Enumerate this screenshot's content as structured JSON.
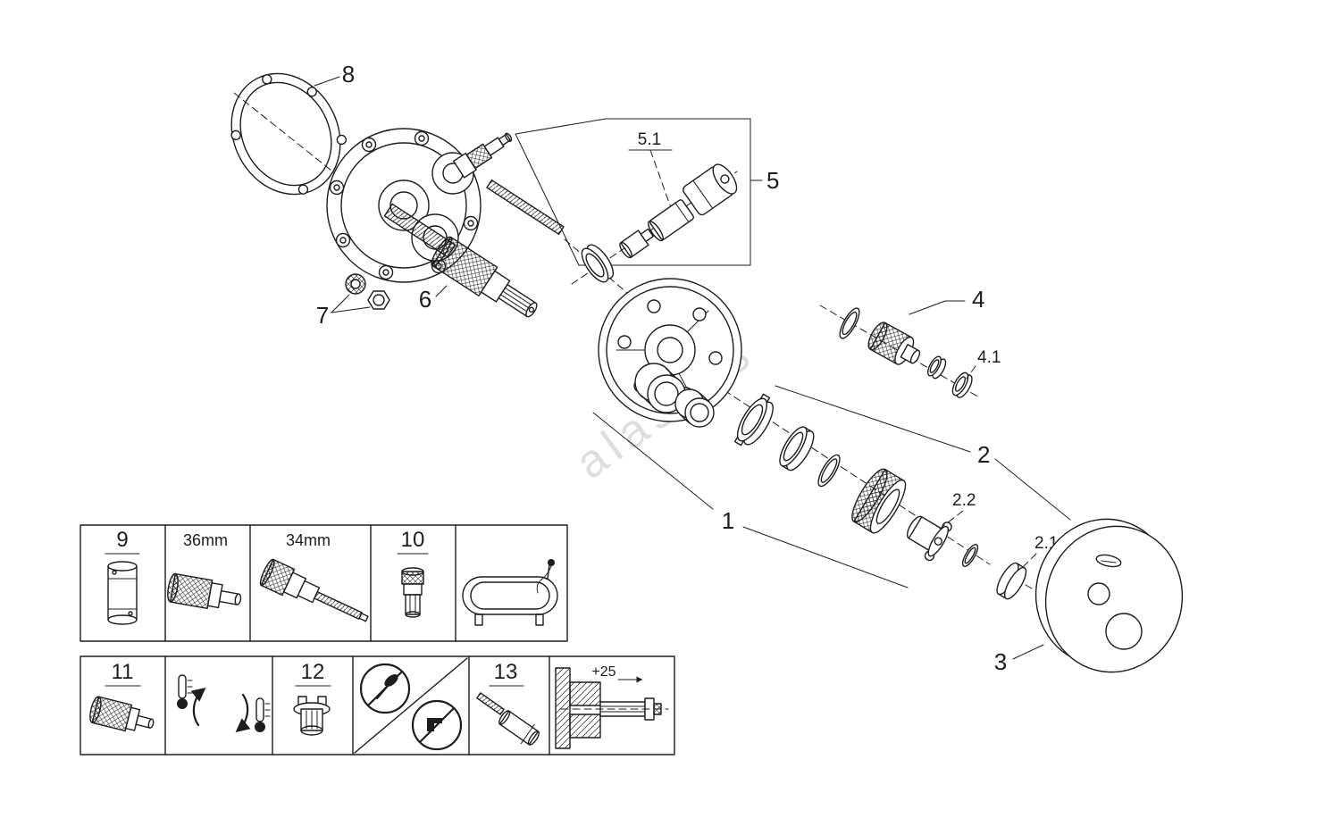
{
  "watermark": "alaskas",
  "callouts": {
    "p1": "1",
    "p2": "2",
    "p2_1": "2.1",
    "p2_2": "2.2",
    "p3": "3",
    "p4": "4",
    "p4_1": "4.1",
    "p5": "5",
    "p5_1": "5.1",
    "p6": "6",
    "p7": "7",
    "p8": "8"
  },
  "legend": {
    "p9": "9",
    "size36": "36mm",
    "size34": "34mm",
    "p10": "10",
    "p11": "11",
    "p12": "12",
    "p13": "13",
    "extension_dim": "+25"
  },
  "colors": {
    "line": "#1d1d1b",
    "watermark": "#c9c9c9",
    "background": "#ffffff"
  }
}
